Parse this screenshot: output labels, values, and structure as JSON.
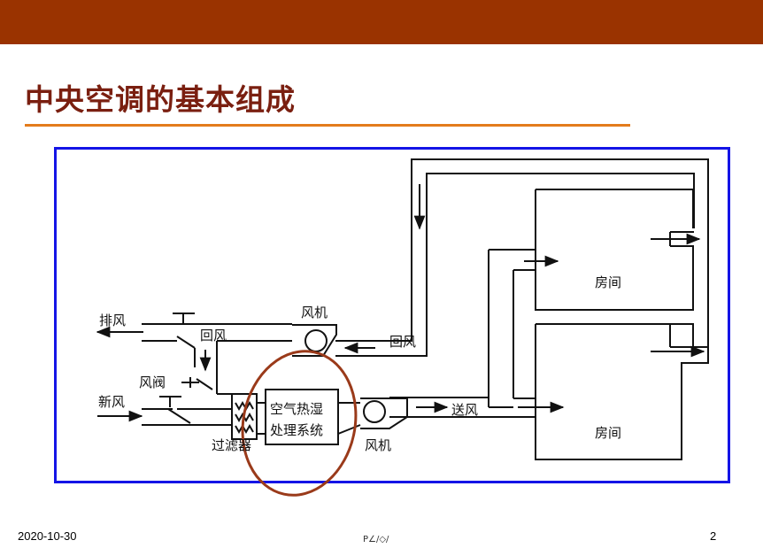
{
  "slide": {
    "title": "中央空调的基本组成",
    "footer_date": "2020-10-30",
    "footer_page": "2",
    "footer_center": "P∠/◇/"
  },
  "diagram": {
    "labels": {
      "exhaust_air": "排风",
      "return_air_left": "回风",
      "damper": "风阀",
      "fresh_air": "新风",
      "filter": "过滤器",
      "fan_top": "风机",
      "return_air_right": "回风",
      "processor_line1": "空气热湿",
      "processor_line2": "处理系统",
      "fan_bottom": "风机",
      "supply_air": "送风",
      "room_top": "房间",
      "room_bottom": "房间"
    }
  },
  "colors": {
    "top_bar": "#9a3300",
    "title": "#7a1f10",
    "rule": "#e37c1c",
    "frame": "#1414e6",
    "highlight_ellipse": "#9a3a1a"
  }
}
